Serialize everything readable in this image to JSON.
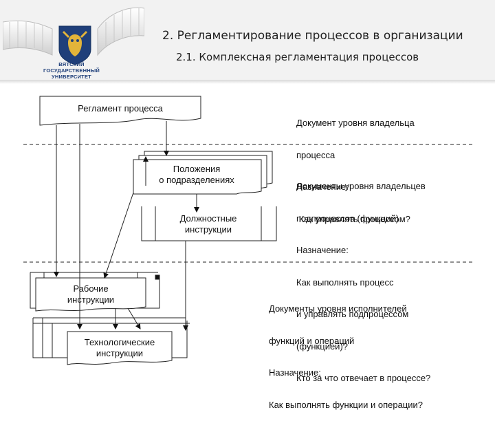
{
  "header": {
    "title": "2. Регламентирование процессов в организации",
    "subtitle": "2.1. Комплексная регламентация процессов",
    "logo_lines": [
      "ВЯТСКИЙ",
      "ГОСУДАРСТВЕННЫЙ",
      "УНИВЕРСИТЕТ"
    ]
  },
  "diagram": {
    "boxes": {
      "process_regulation": "Регламент процесса",
      "unit_provisions": [
        "Положения",
        "о подразделениях"
      ],
      "job_instructions": [
        "Должностные",
        "инструкции"
      ],
      "work_instructions": [
        "Рабочие",
        "инструкции"
      ],
      "tech_instructions": [
        "Технологические",
        "инструкции"
      ]
    },
    "levels": [
      {
        "lines": [
          "Документ уровня владельца",
          "процесса",
          "Назначение:",
          " Как управлять процессом?"
        ]
      },
      {
        "lines": [
          "Документы уровня владельцев",
          "подпроцессов (функций)",
          "Назначение:",
          "Как выполнять процесс",
          "и управлять подпроцессом",
          "(функцией)?",
          "Кто за что отвечает в процессе?"
        ]
      },
      {
        "lines": [
          "Документы уровня исполнителей",
          "функций и операций",
          "Назначение:",
          "Как выполнять функции и операции?"
        ]
      }
    ]
  },
  "colors": {
    "header_bg": "#f2f2f2",
    "logo_blue": "#1f3f7a",
    "ribbon": "#ffffff",
    "line": "#222222"
  }
}
